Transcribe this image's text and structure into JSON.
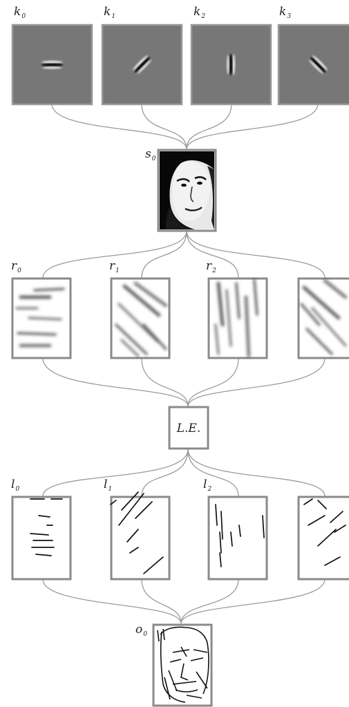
{
  "diagram": {
    "kernels": [
      {
        "label": "k",
        "sub": "0",
        "angle": 0
      },
      {
        "label": "k",
        "sub": "1",
        "angle": -45
      },
      {
        "label": "k",
        "sub": "2",
        "angle": 90
      },
      {
        "label": "k",
        "sub": "3",
        "angle": 45
      }
    ],
    "source": {
      "label": "s",
      "sub": "0"
    },
    "responses": [
      {
        "label": "r",
        "sub": "0"
      },
      {
        "label": "r",
        "sub": "1"
      },
      {
        "label": "r",
        "sub": "2"
      },
      {
        "label": "",
        "sub": ""
      }
    ],
    "le_box": {
      "label": "L.E."
    },
    "lines": [
      {
        "label": "l",
        "sub": "0"
      },
      {
        "label": "l",
        "sub": "1"
      },
      {
        "label": "l",
        "sub": "2"
      },
      {
        "label": "",
        "sub": ""
      }
    ],
    "output": {
      "label": "o",
      "sub": "0"
    },
    "colors": {
      "kernel_bg": "#777777",
      "box_border": "#8a8a8a",
      "wire": "#9a9a9a",
      "ink": "#111111"
    }
  }
}
